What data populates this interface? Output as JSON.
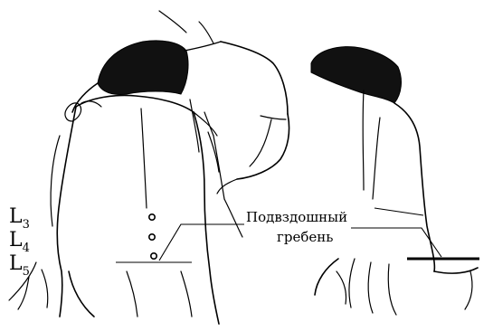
{
  "figure": {
    "vertebrae": [
      {
        "id": "l3",
        "letter": "L",
        "sub": "3"
      },
      {
        "id": "l4",
        "letter": "L",
        "sub": "4"
      },
      {
        "id": "l5",
        "letter": "L",
        "sub": "5"
      }
    ],
    "iliac_crest_label": {
      "line1": "Подвздошный",
      "line2": "гребень"
    }
  },
  "colors": {
    "ink": "#000000",
    "hair": "#111111",
    "background": "#ffffff"
  }
}
